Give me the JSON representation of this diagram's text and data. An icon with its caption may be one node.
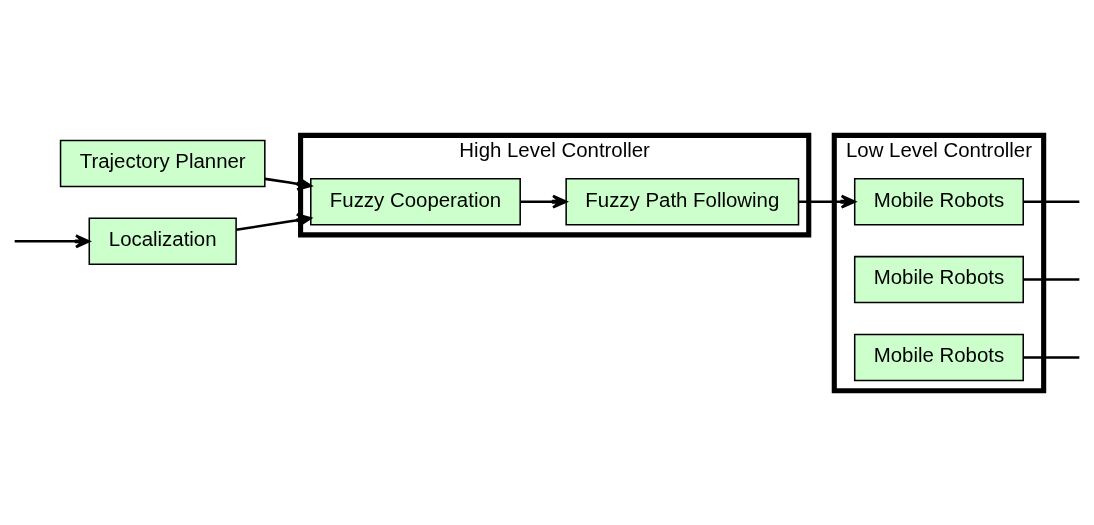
{
  "diagram": {
    "nodes": [
      {
        "text": [
          "Trajectory Planner"
        ]
      },
      {
        "text": [
          "High Level Controller"
        ]
      },
      {
        "text": [
          "Fuzzy Cooperation"
        ],
        "in": 1
      },
      {
        "text": [
          "Fuzzy Path Following"
        ],
        "in": 1
      },
      {
        "text": [
          "Low Level Controller"
        ]
      },
      {
        "text": [
          "Mobile Robots"
        ],
        "in": 4
      },
      {
        "text": [
          "Mobile Robots"
        ],
        "in": 4
      },
      {
        "text": [
          "Mobile Robots"
        ],
        "in": 4
      },
      {
        "text": [
          "Localization"
        ]
      }
    ],
    "edges": [
      {
        "from": 0,
        "to": 2,
        "arrow": "to"
      },
      {
        "from": 2,
        "to": 3,
        "arrow": "to"
      },
      {
        "from": 3,
        "to": 5,
        "arrow": "to"
      },
      {
        "from": 8,
        "to": 2,
        "arrow": "to"
      },
      {
        "from": 5,
        "to": null,
        "arrow": "none"
      },
      {
        "from": 6,
        "to": null,
        "arrow": "none"
      },
      {
        "from": 7,
        "to": null,
        "arrow": "none"
      },
      {
        "from": null,
        "to": 8,
        "arrow": "to"
      }
    ]
  }
}
